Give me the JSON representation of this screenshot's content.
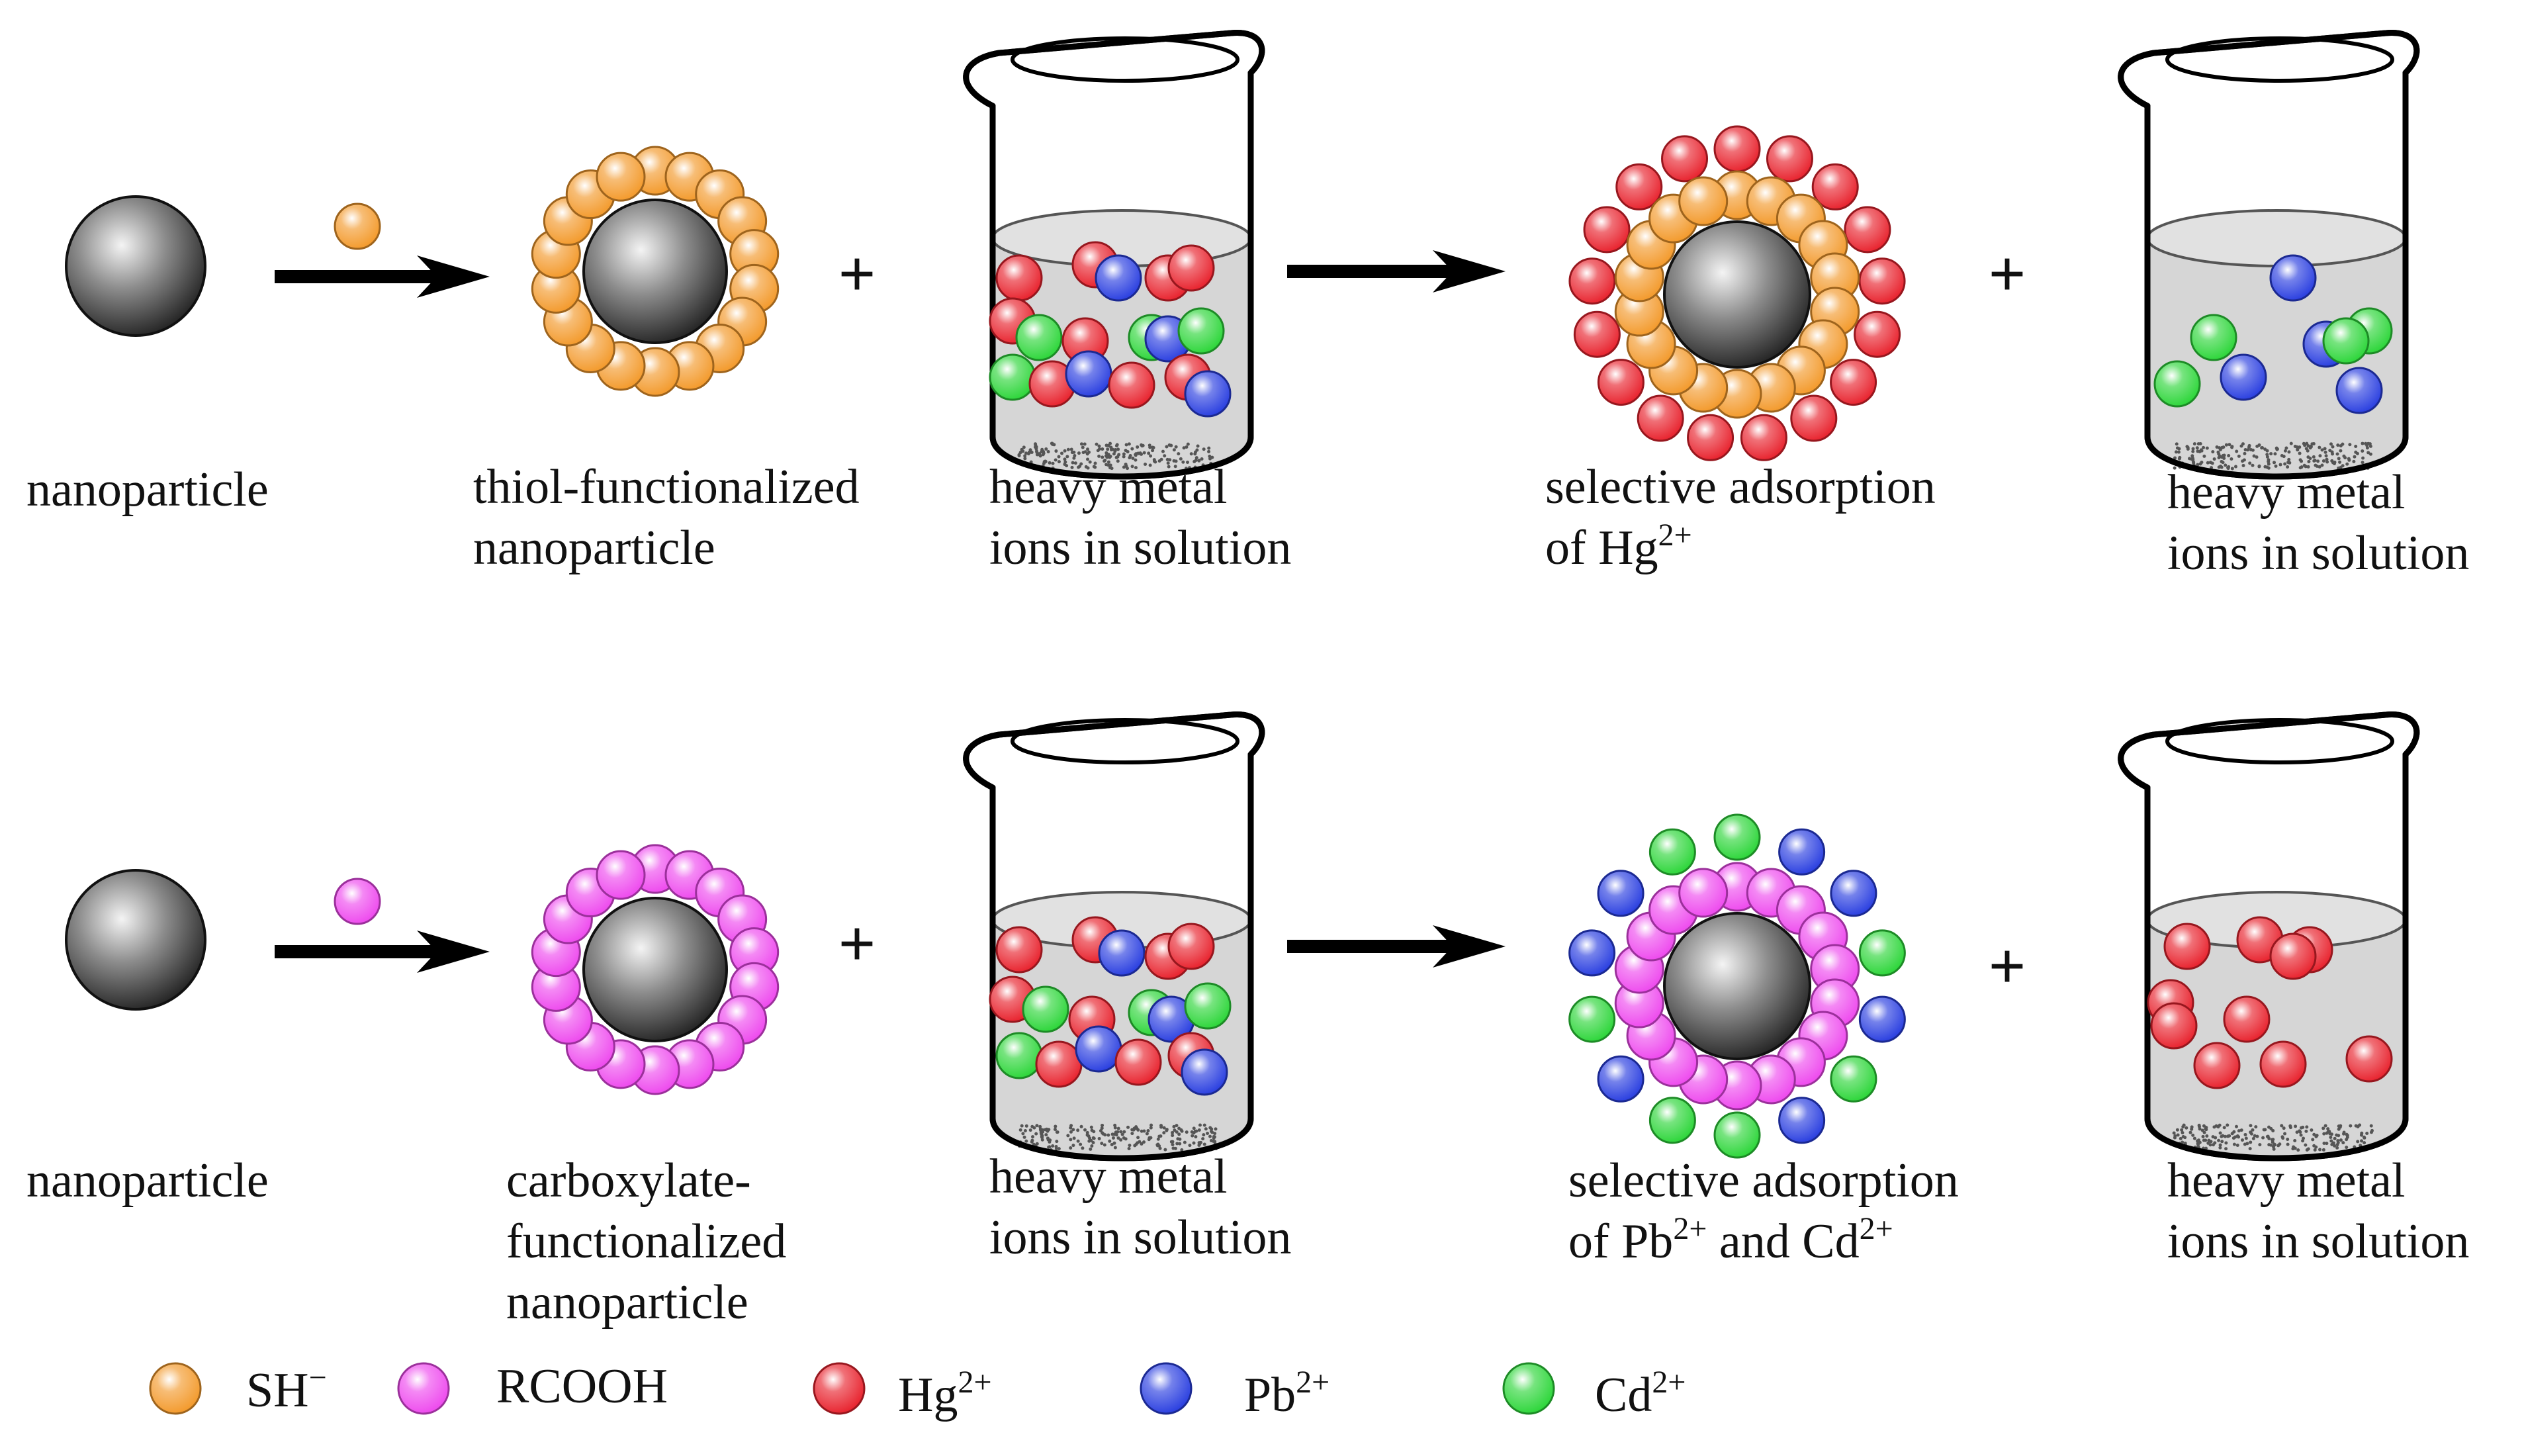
{
  "colors": {
    "SH": "#f39a2c",
    "RCOOH": "#ee4aee",
    "Hg": "#e8232e",
    "Pb": "#2a3fe0",
    "Cd": "#2dd63a",
    "core": "#3a3a3a",
    "liquid": "#d6d6d6"
  },
  "rows": [
    {
      "plus1": "+",
      "plus2": "+",
      "labels": {
        "nanoparticle": "nanoparticle",
        "functionalized": [
          "thiol-functionalized",
          "nanoparticle"
        ],
        "beaker1": [
          "heavy metal",
          "ions in solution"
        ],
        "adsorption_line1": "selective adsorption",
        "adsorption_line2_prefix": "of Hg",
        "adsorption_line2_sup": "2+",
        "beaker2": [
          "heavy metal",
          "ions in solution"
        ]
      }
    },
    {
      "plus1": "+",
      "plus2": "+",
      "labels": {
        "nanoparticle": "nanoparticle",
        "functionalized": [
          "carboxylate-",
          "functionalized",
          "nanoparticle"
        ],
        "beaker1": [
          "heavy metal",
          "ions in solution"
        ],
        "adsorption_line1": "selective adsorption",
        "adsorption_line2_a": "of Pb",
        "adsorption_line2_a_sup": "2+",
        "adsorption_line2_b": " and Cd",
        "adsorption_line2_b_sup": "2+",
        "beaker2": [
          "heavy metal",
          "ions in solution"
        ]
      }
    }
  ],
  "legend": [
    {
      "key": "SH",
      "label": "SH",
      "sup": "−"
    },
    {
      "key": "RCOOH",
      "label": "RCOOH",
      "sup": ""
    },
    {
      "key": "Hg",
      "label": "Hg",
      "sup": "2+"
    },
    {
      "key": "Pb",
      "label": "Pb",
      "sup": "2+"
    },
    {
      "key": "Cd",
      "label": "Cd",
      "sup": "2+"
    }
  ]
}
